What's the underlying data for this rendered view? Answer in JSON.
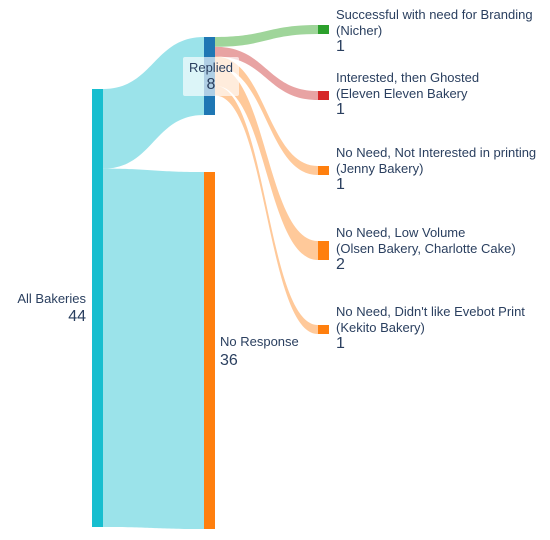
{
  "chart_data": {
    "type": "sankey",
    "nodes": [
      {
        "id": "all",
        "name": "All Bakeries",
        "value": 44,
        "color": "#17becf"
      },
      {
        "id": "replied",
        "name": "Replied",
        "value": 8,
        "color": "#1f77b4"
      },
      {
        "id": "noresp",
        "name": "No Response",
        "value": 36,
        "color": "#ff7f0e"
      },
      {
        "id": "success",
        "name_lines": [
          "Successful with need for Branding",
          "(Nicher)"
        ],
        "value": 1,
        "color": "#2ca02c"
      },
      {
        "id": "ghosted",
        "name_lines": [
          "Interested, then Ghosted",
          " (Eleven Eleven Bakery"
        ],
        "value": 1,
        "color": "#d62728"
      },
      {
        "id": "noprint",
        "name_lines": [
          "No Need, Not Interested in printing",
          " (Jenny Bakery)"
        ],
        "value": 1,
        "color": "#ff7f0e"
      },
      {
        "id": "lowvol",
        "name_lines": [
          "No Need, Low Volume",
          "(Olsen Bakery, Charlotte Cake)"
        ],
        "value": 2,
        "color": "#ff7f0e"
      },
      {
        "id": "evebot",
        "name_lines": [
          "No Need, Didn't like Evebot Print",
          "(Kekito Bakery)"
        ],
        "value": 1,
        "color": "#ff7f0e"
      }
    ],
    "links": [
      {
        "source": "all",
        "target": "replied",
        "value": 8,
        "color": "#9be3ea"
      },
      {
        "source": "all",
        "target": "noresp",
        "value": 36,
        "color": "#9be3ea"
      },
      {
        "source": "replied",
        "target": "success",
        "value": 1,
        "color": "#9fd59a"
      },
      {
        "source": "replied",
        "target": "ghosted",
        "value": 1,
        "color": "#e8a3a3"
      },
      {
        "source": "replied",
        "target": "noprint",
        "value": 1,
        "color": "#ffc99a"
      },
      {
        "source": "replied",
        "target": "lowvol",
        "value": 2,
        "color": "#ffc99a"
      },
      {
        "source": "replied",
        "target": "evebot",
        "value": 1,
        "color": "#ffc99a"
      }
    ]
  }
}
